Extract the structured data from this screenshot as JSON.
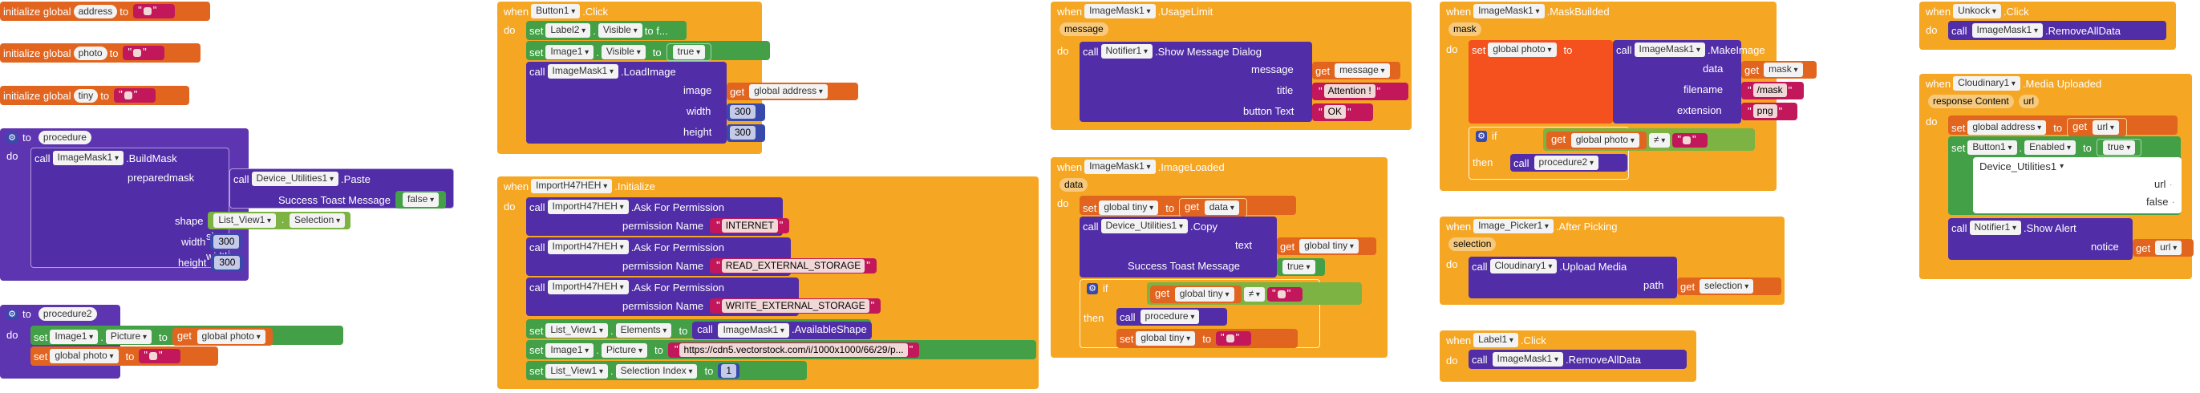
{
  "globals": [
    {
      "kw": "initialize global",
      "name": "address",
      "to": "to"
    },
    {
      "kw": "initialize global",
      "name": "photo",
      "to": "to"
    },
    {
      "kw": "initialize global",
      "name": "tiny",
      "to": "to"
    }
  ],
  "proc1": {
    "to": "to",
    "name": "procedure",
    "do": "do",
    "call": "call",
    "comp": "ImageMask1",
    "method": ".BuildMask",
    "param_prepared": "preparedmask",
    "paste_comp": "Device_Utilities1",
    "paste_method": ".Paste",
    "toast": "Success Toast Message",
    "toast_val": "false",
    "shape": "shape",
    "shape_comp": "List_View1",
    "shape_prop": "Selection",
    "width": "width",
    "width_val": "300",
    "height": "height",
    "height_val": "300"
  },
  "proc2": {
    "to": "to",
    "name": "procedure2",
    "do": "do",
    "set": "set",
    "comp": "Image1",
    "prop": "Picture",
    "to2": "to",
    "get": "get",
    "get_var": "global photo",
    "set2": "set",
    "var2": "global photo",
    "to3": "to"
  },
  "button_click": {
    "when": "when",
    "comp": "Button1",
    "event": ".Click",
    "do": "do",
    "set1": "set",
    "label": "Label2",
    "visible": "Visible",
    "tof": "to f...",
    "set2": "set",
    "img": "Image1",
    "visible2": "Visible",
    "to": "to",
    "true": "true",
    "call": "call",
    "mask": "ImageMask1",
    "method": ".LoadImage",
    "image": "image",
    "get": "get",
    "global_address": "global address",
    "width": "width",
    "width_val": "300",
    "height": "height",
    "height_val": "300"
  },
  "import_init": {
    "when": "when",
    "comp": "ImportH47HEH",
    "event": ".Initialize",
    "do": "do",
    "call": "call",
    "ask": ".Ask For Permission",
    "perm": "permission Name",
    "p1": "INTERNET",
    "p2": "READ_EXTERNAL_STORAGE",
    "p3": "WRITE_EXTERNAL_STORAGE",
    "set": "set",
    "lv": "List_View1",
    "elements": "Elements",
    "to": "to",
    "mask": "ImageMask1",
    "avail": ".AvailableShape",
    "img": "Image1",
    "picture": "Picture",
    "url": "https://cdn5.vectorstock.com/i/1000x1000/66/29/p...",
    "selidx": "Selection Index",
    "selval": "1"
  },
  "usage_limit": {
    "when": "when",
    "comp": "ImageMask1",
    "event": ".UsageLimit",
    "param": "message",
    "do": "do",
    "call": "call",
    "notifier": "Notifier1",
    "method": ".Show Message Dialog",
    "message": "message",
    "get": "get",
    "var": "message",
    "title": "title",
    "title_val": "Attention !",
    "button": "button Text",
    "button_val": "OK"
  },
  "image_loaded": {
    "when": "when",
    "comp": "ImageMask1",
    "event": ".ImageLoaded",
    "param": "data",
    "do": "do",
    "set": "set",
    "var": "global tiny",
    "to": "to",
    "get": "get",
    "data": "data",
    "call": "call",
    "du": "Device_Utilities1",
    "copy": ".Copy",
    "text": "text",
    "toast": "Success Toast Message",
    "true": "true",
    "if": "if",
    "neq": "≠",
    "then": "then",
    "proc": "procedure"
  },
  "mask_builded": {
    "when": "when",
    "comp": "ImageMask1",
    "event": ".MaskBuilded",
    "param": "mask",
    "do": "do",
    "set": "set",
    "var": "global photo",
    "to": "to",
    "call": "call",
    "mask": "ImageMask1",
    "make": ".MakeImage",
    "data": "data",
    "get": "get",
    "mask_var": "mask",
    "filename": "filename",
    "file_val": "/mask",
    "ext": "extension",
    "ext_val": "png",
    "if": "if",
    "neq": "≠",
    "then": "then",
    "proc": "procedure2"
  },
  "picker": {
    "when": "when",
    "comp": "Image_Picker1",
    "event": ".After Picking",
    "param": "selection",
    "do": "do",
    "call": "call",
    "cloud": "Cloudinary1",
    "method": ".Upload Media",
    "path": "path",
    "get": "get",
    "var": "selection"
  },
  "label_click": {
    "when": "when",
    "comp": "Label1",
    "event": ".Click",
    "do": "do",
    "call": "call",
    "mask": "ImageMask1",
    "method": ".RemoveAllData"
  },
  "unlock_click": {
    "when": "when",
    "comp": "Unkock",
    "event": ".Click",
    "do": "do",
    "call": "call",
    "mask": "ImageMask1",
    "method": ".RemoveAllData"
  },
  "cloud_uploaded": {
    "when": "when",
    "comp": "Cloudinary1",
    "event": ".Media Uploaded",
    "p1": "response Content",
    "p2": "url",
    "do": "do",
    "set": "set",
    "var": "global address",
    "to": "to",
    "get": "get",
    "url": "url",
    "btn": "Button1",
    "enabled": "Enabled",
    "true": "true",
    "du": "Device_Utilities1",
    "url_lbl": "url",
    "false_lbl": "false",
    "call": "call",
    "notifier": "Notifier1",
    "alert": ".Show Alert",
    "notice": "notice"
  }
}
